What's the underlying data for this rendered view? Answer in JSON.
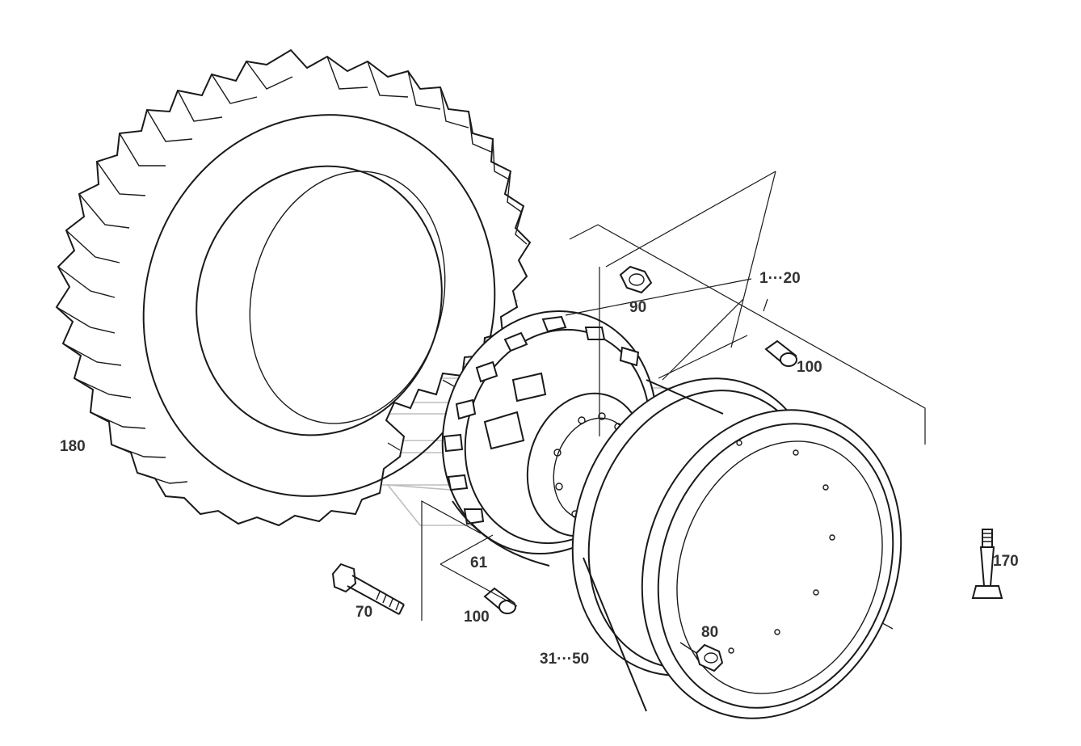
{
  "callouts": {
    "tyre": "180",
    "wheel_assembly": "1···20",
    "nut_top": "90",
    "spacer_right": "100",
    "spacer_left": "100",
    "disc": "61",
    "bolt": "70",
    "rim": "31···50",
    "nut_rim": "80",
    "valve": "170"
  },
  "colors": {
    "ink": "#1a1a1a",
    "label": "#333333",
    "watermark": "#bdbdbd",
    "background": "#ffffff"
  }
}
